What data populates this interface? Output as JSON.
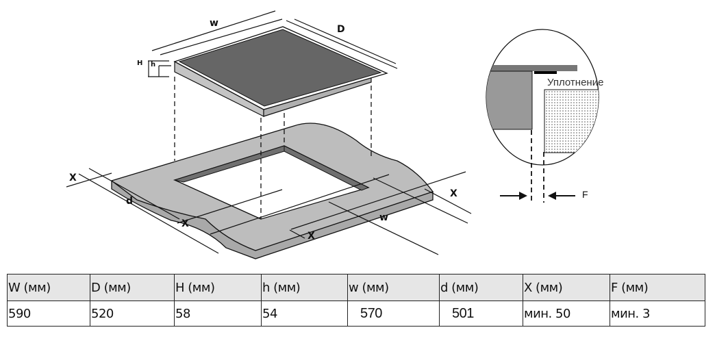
{
  "diagram": {
    "labels": {
      "w_top": "w",
      "D_top": "D",
      "H": "H",
      "h": "h",
      "X_left": "X",
      "d": "d",
      "X_bottom_left": "X",
      "X_bottom": "X",
      "w_bottom": "w",
      "X_right": "X"
    },
    "detail": {
      "seal_label": "Уплотнение",
      "gap_label": "F"
    }
  },
  "table": {
    "headers": [
      "W (мм)",
      "D (мм)",
      "H (мм)",
      "h (мм)",
      "w (мм)",
      "d (мм)",
      "X (мм)",
      "F (мм)"
    ],
    "values": [
      "590",
      "520",
      "58",
      "54",
      "570",
      "501",
      "мин. 50",
      "мин. 3"
    ]
  }
}
